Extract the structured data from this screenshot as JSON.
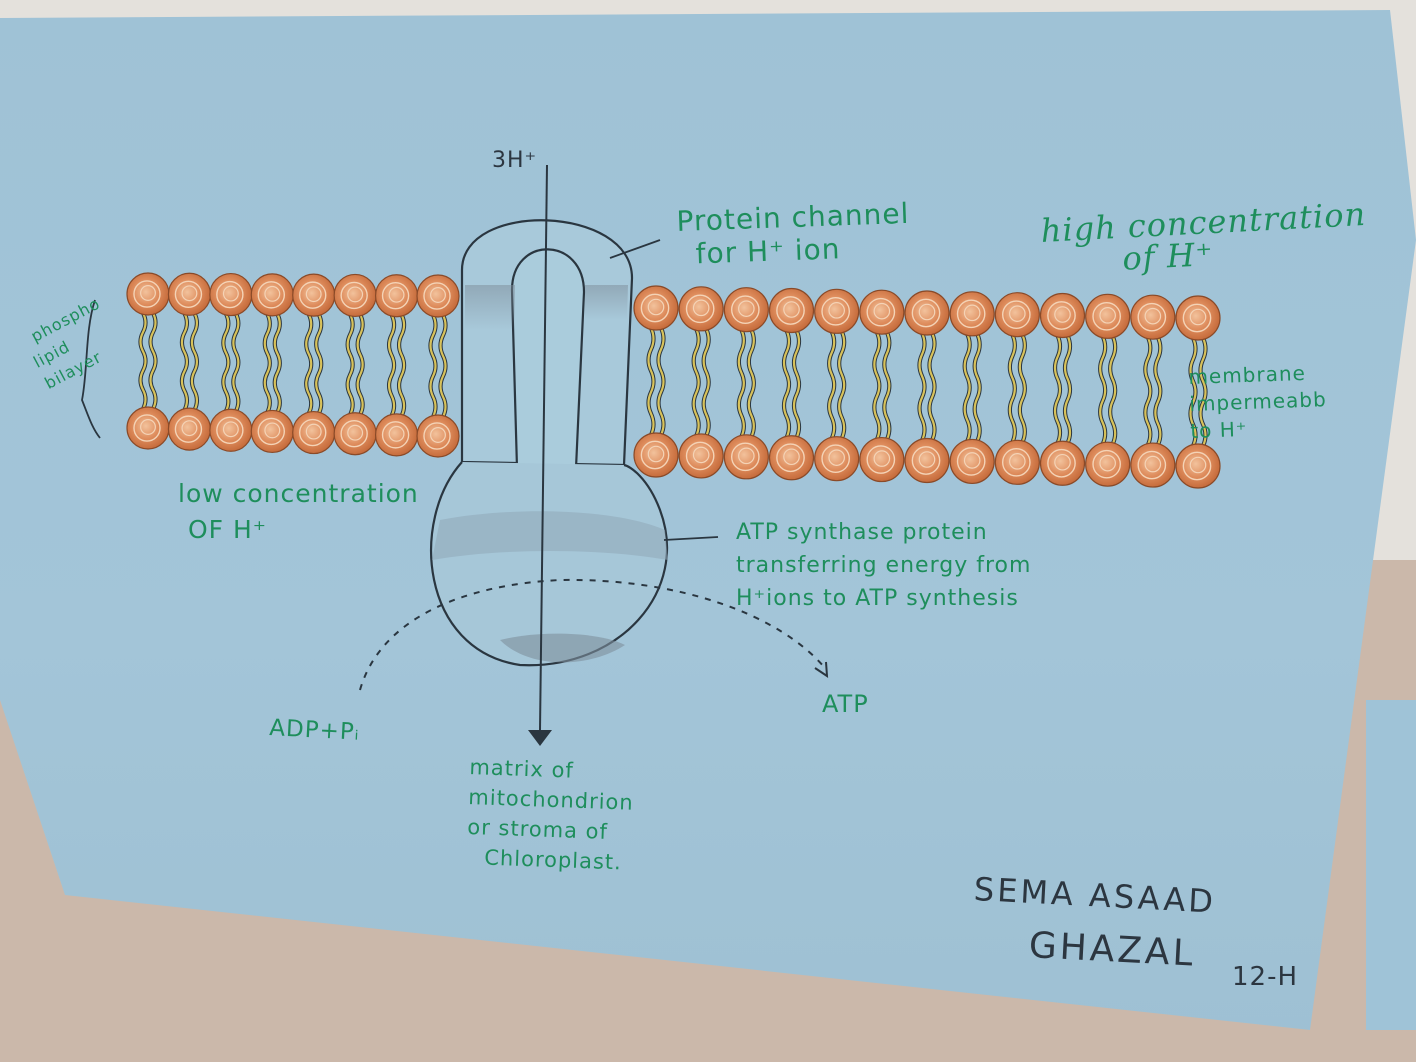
{
  "labels": {
    "proton_count": "3H⁺",
    "protein_channel": [
      "Protein channel",
      "for  H⁺ ion"
    ],
    "high_concentration": [
      "high concentration",
      "of H⁺"
    ],
    "phospholipid_bilayer": [
      "phospho",
      "lipid",
      "bilayer"
    ],
    "membrane_impermeable": [
      "membrane",
      "impermeabb",
      "to  H⁺"
    ],
    "low_concentration": [
      "low concentration",
      "OF H⁺"
    ],
    "atp_synthase": [
      "ATP synthase protein",
      "transferring energy from",
      "H⁺ions to ATP synthesis"
    ],
    "adp": "ADP+Pᵢ",
    "atp": "ATP",
    "matrix": [
      "matrix of",
      "mitochondrion",
      "or stroma of",
      "Chloroplast."
    ]
  },
  "signature": {
    "name_line1": "SEMA ASAAD",
    "name_line2": "GHAZAL",
    "class": "12-H"
  },
  "colors": {
    "poster": "#a2c4d8",
    "label_ink": "#1e8e5c",
    "head_fill": "#d9895a",
    "tail": "#d8c25a",
    "outline": "#2a3640"
  }
}
